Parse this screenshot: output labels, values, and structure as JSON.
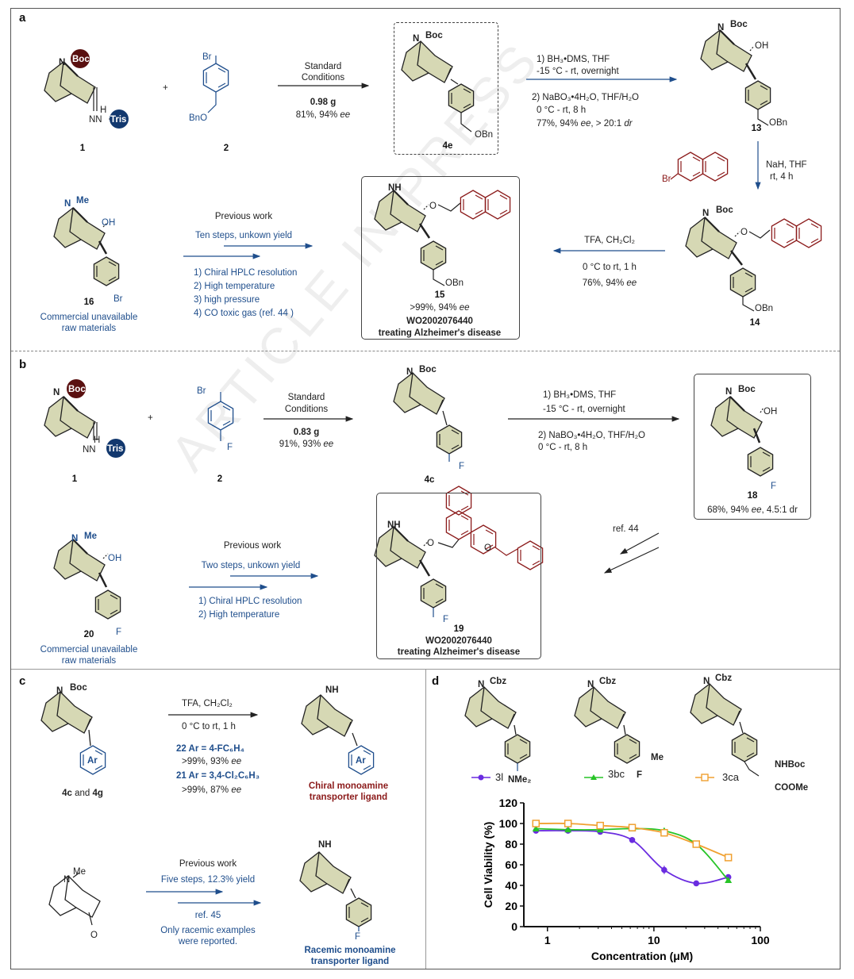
{
  "panels": {
    "a": "a",
    "b": "b",
    "c": "c",
    "d": "d"
  },
  "watermark": "ARTICLE IN PRESS",
  "a": {
    "sm1": {
      "n": "N",
      "boc": "Boc",
      "nn": "NN",
      "h": "H",
      "tris": "Tris",
      "num": "1"
    },
    "plus": "+",
    "sm2": {
      "br": "Br",
      "bno": "BnO",
      "num": "2"
    },
    "arrow1": {
      "l1": "Standard",
      "l2": "Conditions",
      "l3": "0.98 g",
      "l4a": "81%, 94% ",
      "l4b": "ee"
    },
    "p4e": {
      "n": "N",
      "boc": "Boc",
      "obn": "OBn",
      "num": "4e"
    },
    "arrow2": {
      "l1": "1) BH₃•DMS, THF",
      "l2": "-15 °C - rt, overnight",
      "l3": "2) NaBO₃•4H₂O, THF/H₂O",
      "l4": "0 °C - rt, 8 h",
      "l5a": "77%, 94% ",
      "l5b": "ee",
      "l5c": ", > 20:1 ",
      "l5d": "dr"
    },
    "p13": {
      "n": "N",
      "boc": "Boc",
      "oh": "OH",
      "obn": "OBn",
      "num": "13"
    },
    "arrow3": {
      "br": "Br",
      "l1": "NaH, THF",
      "l2": "rt, 4 h"
    },
    "p14": {
      "n": "N",
      "boc": "Boc",
      "o": "O",
      "obn": "OBn",
      "num": "14"
    },
    "arrow4": {
      "l1": "TFA, CH₂Cl₂",
      "l2": "0 °C to rt, 1 h",
      "l3a": "76%, 94% ",
      "l3b": "ee"
    },
    "p15": {
      "nh": "NH",
      "o": "O",
      "obn": "OBn",
      "num": "15",
      "l1": ">99%, 94% ",
      "l1b": "ee",
      "l2": "WO2002076440",
      "l3": "treating Alzheimer's disease"
    },
    "p16": {
      "n": "N",
      "me": "Me",
      "oh": "OH",
      "br": "Br",
      "num": "16",
      "l1": "Commercial unavailable",
      "l2": "raw materials"
    },
    "prev": {
      "title": "Previous work",
      "sub": "Ten steps, unkown yield",
      "items": [
        "1) Chiral HPLC resolution",
        "2) High temperature",
        "3) high pressure",
        "4) CO toxic gas (ref. 44 )"
      ]
    }
  },
  "b": {
    "sm1": {
      "n": "N",
      "boc": "Boc",
      "nn": "NN",
      "h": "H",
      "tris": "Tris",
      "num": "1"
    },
    "plus": "+",
    "sm2": {
      "br": "Br",
      "f": "F",
      "num": "2"
    },
    "arrow1": {
      "l1": "Standard",
      "l2": "Conditions",
      "l3": "0.83 g",
      "l4a": "91%, 93% ",
      "l4b": "ee"
    },
    "p4c": {
      "n": "N",
      "boc": "Boc",
      "f": "F",
      "num": "4c"
    },
    "arrow2": {
      "l1": "1) BH₃•DMS, THF",
      "l2": "-15 °C - rt, overnight",
      "l3": "2) NaBO₃•4H₂O, THF/H₂O",
      "l4": "0 °C - rt, 8 h"
    },
    "p18": {
      "n": "N",
      "boc": "Boc",
      "oh": "OH",
      "f": "F",
      "num": "18",
      "l1a": "68%, 94% ",
      "l1b": "ee",
      "l1c": ", 4.5:1 dr"
    },
    "ref": "ref. 44",
    "p19": {
      "nh": "NH",
      "o1": "O",
      "o2": "O",
      "f": "F",
      "num": "19",
      "l1": "WO2002076440",
      "l2": "treating Alzheimer's disease"
    },
    "p20": {
      "n": "N",
      "me": "Me",
      "oh": "OH",
      "f": "F",
      "num": "20",
      "l1": "Commercial unavailable",
      "l2": "raw materials"
    },
    "prev": {
      "title": "Previous work",
      "sub": "Two steps, unkown yield",
      "items": [
        "1) Chiral HPLC resolution",
        "2) High temperature"
      ]
    }
  },
  "c": {
    "sm": {
      "n": "N",
      "boc": "Boc",
      "ar": "Ar",
      "label1": "4c",
      "label2": " and ",
      "label3": "4g"
    },
    "arrow": {
      "l1": "TFA, CH₂Cl₂",
      "l2": "0 °C to rt, 1 h",
      "e1": "22 Ar = 4-FC₆H₄",
      "y1a": ">99%, 93% ",
      "y1b": "ee",
      "e2": "21 Ar = 3,4-Cl₂C₆H₃",
      "y2a": ">99%, 87% ",
      "y2b": "ee"
    },
    "prod1": {
      "nh": "NH",
      "ar": "Ar",
      "l1": "Chiral monoamine",
      "l2": "transporter ligand"
    },
    "sm2": {
      "n": "N",
      "me": "Me",
      "o": "O"
    },
    "prev": {
      "title": "Previous work",
      "sub": "Five steps, 12.3% yield",
      "ref": "ref. 45",
      "n1": "Only racemic examples",
      "n2": "were reported."
    },
    "prod2": {
      "nh": "NH",
      "f": "F",
      "l1": "Racemic monoamine",
      "l2": "transporter ligand"
    }
  },
  "d": {
    "s1": {
      "n": "N",
      "cbz": "Cbz",
      "sub": "NMe₂"
    },
    "s2": {
      "n": "N",
      "cbz": "Cbz",
      "me": "Me",
      "f": "F"
    },
    "s3": {
      "n": "N",
      "cbz": "Cbz",
      "nhboc": "NHBoc",
      "coome": "COOMe"
    },
    "legend": [
      "3l",
      "3bc",
      "3ca"
    ]
  },
  "chart_data": {
    "type": "scatter",
    "xlabel": "Concentration (μM)",
    "ylabel": "Cell Viability (%)",
    "xscale": "log",
    "xlim": [
      0.6,
      100
    ],
    "ylim": [
      0,
      120
    ],
    "xticks": [
      "1",
      "10",
      "100"
    ],
    "yticks": [
      "0",
      "20",
      "40",
      "60",
      "80",
      "100",
      "120"
    ],
    "series": [
      {
        "name": "3l",
        "color": "#6a2ce0",
        "marker": "circle",
        "x": [
          0.78,
          1.56,
          3.13,
          6.25,
          12.5,
          25,
          50
        ],
        "y": [
          93,
          93,
          92,
          84,
          55,
          42,
          48
        ],
        "err": [
          0,
          0,
          0,
          0,
          4,
          0,
          0
        ]
      },
      {
        "name": "3bc",
        "color": "#27c427",
        "marker": "triangle",
        "x": [
          0.78,
          1.56,
          3.13,
          6.25,
          12.5,
          25,
          50
        ],
        "y": [
          95,
          94,
          94,
          95,
          93,
          80,
          45
        ],
        "err": [
          0,
          0,
          0,
          0,
          0,
          0,
          0
        ]
      },
      {
        "name": "3ca",
        "color": "#f0a030",
        "marker": "square",
        "x": [
          0.78,
          1.56,
          3.13,
          6.25,
          12.5,
          25,
          50
        ],
        "y": [
          100,
          100,
          98,
          96,
          91,
          80,
          67
        ],
        "err": [
          0,
          0,
          0,
          0,
          0,
          0,
          0
        ]
      }
    ]
  }
}
